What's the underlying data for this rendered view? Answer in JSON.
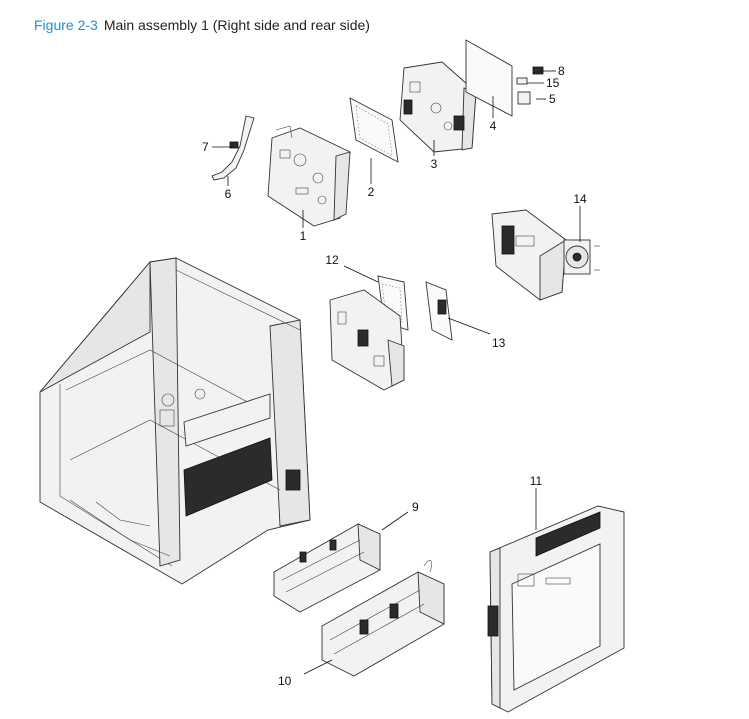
{
  "caption": {
    "figure_label": "Figure 2-3",
    "title": "Main assembly 1 (Right side and rear side)"
  },
  "callouts": {
    "c1": "1",
    "c2": "2",
    "c3": "3",
    "c4": "4",
    "c5": "5",
    "c6": "6",
    "c7": "7",
    "c8": "8",
    "c9": "9",
    "c10": "10",
    "c11": "11",
    "c12": "12",
    "c13": "13",
    "c14": "14",
    "c15": "15"
  },
  "colors": {
    "figure_label": "#1c8fd6",
    "text": "#222222"
  }
}
